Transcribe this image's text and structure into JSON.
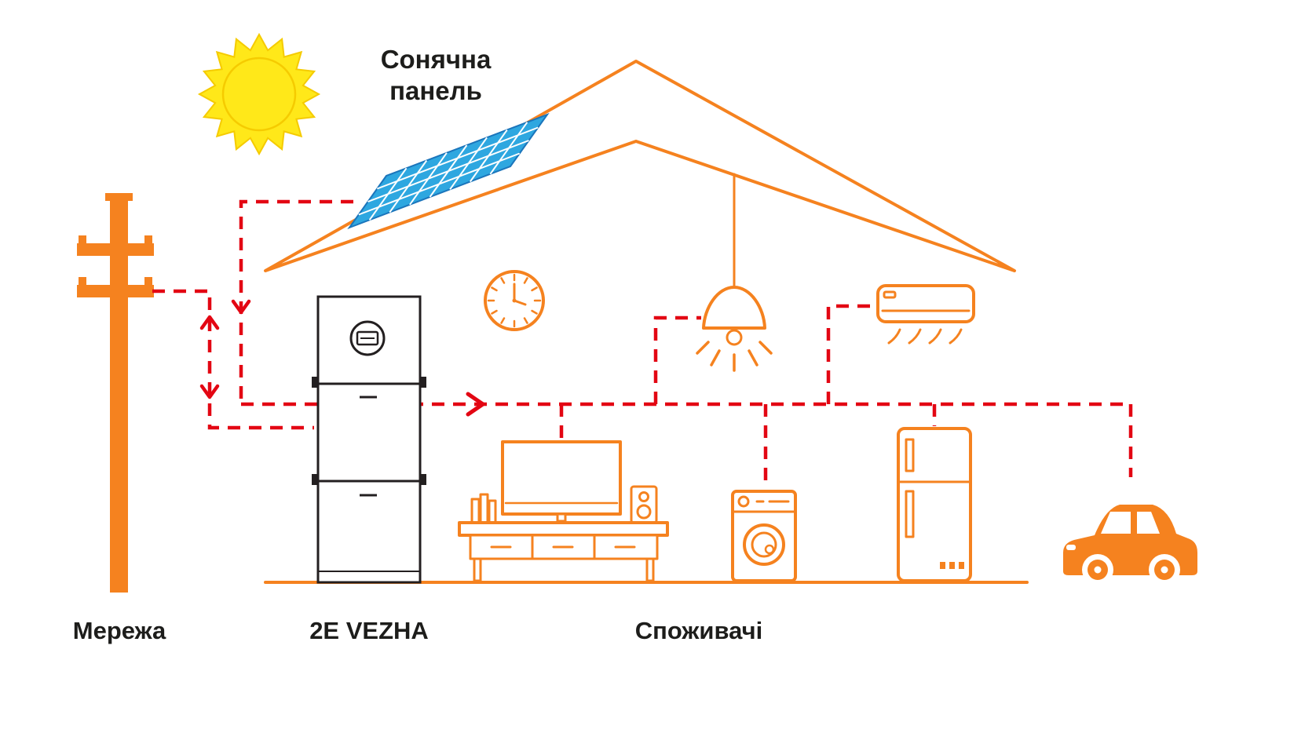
{
  "labels": {
    "solar_panel": "Сонячна панель",
    "grid": "Мережа",
    "battery": "2E VEZHA",
    "consumers": "Споживачі"
  },
  "colors": {
    "orange": "#F5821F",
    "red": "#E30613",
    "blue": "#2EA7E0",
    "blue_dark": "#1B75BB",
    "sun": "#FFE819",
    "sun_edge": "#F5CB00",
    "ink": "#231F20"
  },
  "diagram": {
    "type": "energy-flow",
    "nodes": [
      {
        "id": "sun",
        "icon": "sun-icon"
      },
      {
        "id": "roof",
        "icon": "house-roof-icon"
      },
      {
        "id": "solar-panel",
        "icon": "solar-panel-icon",
        "label_ref": "solar_panel"
      },
      {
        "id": "grid",
        "icon": "utility-pole-icon",
        "label_ref": "grid"
      },
      {
        "id": "battery",
        "icon": "battery-tower-icon",
        "label_ref": "battery"
      },
      {
        "id": "clock",
        "icon": "wall-clock-icon"
      },
      {
        "id": "pendant-lamp",
        "icon": "pendant-lamp-icon"
      },
      {
        "id": "air-conditioner",
        "icon": "air-conditioner-icon"
      },
      {
        "id": "tv",
        "icon": "tv-icon"
      },
      {
        "id": "speaker",
        "icon": "speaker-icon"
      },
      {
        "id": "books",
        "icon": "books-icon"
      },
      {
        "id": "tv-stand",
        "icon": "tv-stand-icon"
      },
      {
        "id": "washing-machine",
        "icon": "washing-machine-icon"
      },
      {
        "id": "fridge",
        "icon": "fridge-icon"
      },
      {
        "id": "electric-car",
        "icon": "electric-car-icon"
      }
    ],
    "flows": [
      {
        "id": "solar-to-battery",
        "from": "solar-panel",
        "to": "battery",
        "direction": "one-way",
        "color": "red",
        "style": "dashed"
      },
      {
        "id": "grid-to-battery",
        "from": "grid",
        "to": "battery",
        "direction": "two-way",
        "color": "red",
        "style": "dashed"
      },
      {
        "id": "battery-to-consumers",
        "from": "battery",
        "to": "consumers",
        "direction": "one-way",
        "color": "red",
        "style": "dashed",
        "consumers": [
          "tv",
          "pendant-lamp",
          "washing-machine",
          "air-conditioner",
          "fridge",
          "electric-car"
        ]
      }
    ]
  }
}
